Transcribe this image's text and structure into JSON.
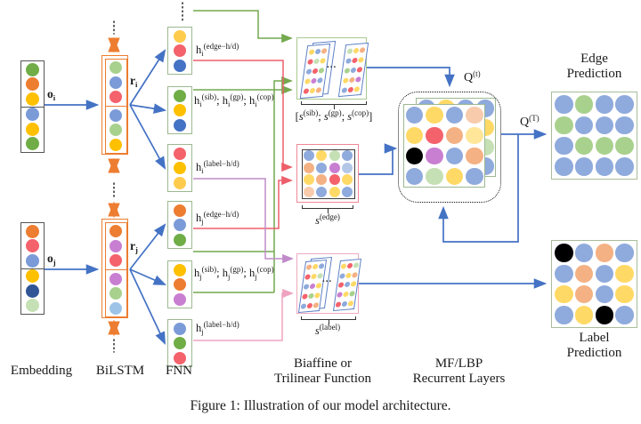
{
  "figure": {
    "caption": "Figure 1: Illustration of our model architecture."
  },
  "columns": {
    "embedding": "Embedding",
    "bilstm": "BiLSTM",
    "fnn": "FNN",
    "function_line1": "Biaffine or",
    "function_line2": "Trilinear Function",
    "recurrent_line1": "MF/LBP",
    "recurrent_line2": "Recurrent Layers"
  },
  "palette": {
    "wire_blue": "#4472C4",
    "wire_green": "#74A94E",
    "wire_red": "#ED5F6B",
    "wire_violet": "#C08BC9",
    "wire_pink": "#EFA3C0",
    "bilstm_orange": "#ED7D31"
  },
  "row_i": {
    "embedding_circles": [
      "#70AD47",
      "#ED7D31",
      "#FFC000",
      "#7B9BD8",
      "#FFC000",
      "#70AD47"
    ],
    "o_label": {
      "terms": [
        {
          "b": "o",
          "sb": "i"
        }
      ]
    },
    "r_label": {
      "terms": [
        {
          "b": "r",
          "sb": "i"
        }
      ]
    },
    "bilstm_top": [
      "#A9D18E",
      "#7B9BD8",
      "#F4626C"
    ],
    "bilstm_bottom": [
      "#7B9BD8",
      "#A9D18E",
      "#FFC000"
    ],
    "fnn_edge": {
      "circles": [
        "#FFCB4D",
        "#F4626C",
        "#4472C4"
      ],
      "label": {
        "terms": [
          {
            "b": "h",
            "sb": "i",
            "sp": "(edge−h/d)"
          }
        ]
      }
    },
    "fnn_sib": {
      "circles": [
        "#70AD47",
        "#FFC000",
        "#4472C4"
      ],
      "label": {
        "sep": "; ",
        "terms": [
          {
            "b": "h",
            "sb": "i",
            "sp": "(sib)"
          },
          {
            "b": "h",
            "sb": "i",
            "sp": "(gp)"
          },
          {
            "b": "h",
            "sb": "i",
            "sp": "(cop)"
          }
        ]
      }
    },
    "fnn_label": {
      "circles": [
        "#F4626C",
        "#FFC000",
        "#FFCB4D"
      ],
      "label": {
        "terms": [
          {
            "b": "h",
            "sb": "i",
            "sp": "(label−h/d)"
          }
        ]
      }
    }
  },
  "row_j": {
    "embedding_circles": [
      "#ED7D31",
      "#F4626C",
      "#7B9BD8",
      "#FFC000",
      "#2F5597",
      "#C5E0B4"
    ],
    "o_label": {
      "terms": [
        {
          "b": "o",
          "sb": "j"
        }
      ]
    },
    "r_label": {
      "terms": [
        {
          "b": "r",
          "sb": "j"
        }
      ]
    },
    "bilstm_top": [
      "#ED7D31",
      "#C97FD1",
      "#F4626C"
    ],
    "bilstm_bottom": [
      "#C97FD1",
      "#A9D18E",
      "#9DC3E6"
    ],
    "fnn_edge": {
      "circles": [
        "#ED7D31",
        "#7B9BD8",
        "#70AD47"
      ],
      "label": {
        "terms": [
          {
            "b": "h",
            "sb": "j",
            "sp": "(edge−h/d)"
          }
        ]
      }
    },
    "fnn_sib": {
      "circles": [
        "#FFC000",
        "#ED7D31",
        "#C97FD1"
      ],
      "label": {
        "sep": "; ",
        "terms": [
          {
            "b": "h",
            "sb": "j",
            "sp": "(sib)"
          },
          {
            "b": "h",
            "sb": "j",
            "sp": "(gp)"
          },
          {
            "b": "h",
            "sb": "j",
            "sp": "(cop)"
          }
        ]
      }
    },
    "fnn_label": {
      "circles": [
        "#7B9BD8",
        "#70AD47",
        "#F4626C"
      ],
      "label": {
        "terms": [
          {
            "b": "h",
            "sb": "j",
            "sp": "(label−h/d)"
          }
        ]
      }
    }
  },
  "scores": {
    "sib": {
      "ellipsis": "...",
      "dots_front": [
        "#FFD966",
        "#8FAADC",
        "#F4B183",
        "#F4626C",
        "#C5E0B4",
        "#FFD966",
        "#8FAADC",
        "#F4626C",
        "#A9D18E",
        "#FFD966",
        "#C97FD1",
        "#8FAADC",
        "#F4626C",
        "#FFD966",
        "#F4B183"
      ],
      "dots_right": [
        "#C5E0B4",
        "#FFD966",
        "#F4B183",
        "#8FAADC",
        "#F4626C",
        "#FFD966",
        "#A9D18E",
        "#8FAADC",
        "#F4626C",
        "#FFD966",
        "#F4B183",
        "#C97FD1",
        "#8FAADC",
        "#F4626C",
        "#FFD966"
      ],
      "caption": {
        "pre": "[",
        "post": "]",
        "sep": "; ",
        "terms": [
          {
            "b": "s",
            "i": true,
            "sp": "(sib)"
          },
          {
            "b": "s",
            "i": true,
            "sp": "(gp)"
          },
          {
            "b": "s",
            "i": true,
            "sp": "(cop)"
          }
        ]
      }
    },
    "edge": {
      "grid": [
        [
          "#8FAADC",
          "#FFD966",
          "#C5E0B4",
          "#8FAADC"
        ],
        [
          "#F4B183",
          "#8FAADC",
          "#C97FD1",
          "#B4C7E7"
        ],
        [
          "#FFD966",
          "#F4B183",
          "#F4626C",
          "#FFD966"
        ],
        [
          "#F8CBAD",
          "#8FAADC",
          "#FFD966",
          "#8FAADC"
        ]
      ],
      "caption": {
        "terms": [
          {
            "b": "s",
            "i": true,
            "sp": "(edge)"
          }
        ]
      }
    },
    "label": {
      "ellipsis": "...",
      "dots_front": [
        "#F4B183",
        "#FFD966",
        "#8FAADC",
        "#F4626C",
        "#FFD966",
        "#C5E0B4",
        "#8FAADC",
        "#C97FD1",
        "#FFD966",
        "#F4626C",
        "#A9D18E",
        "#FFD966",
        "#8FAADC",
        "#F4626C",
        "#F4B183"
      ],
      "dots_right": [
        "#FFD966",
        "#F4626C",
        "#C5E0B4",
        "#8FAADC",
        "#FFD966",
        "#F4B183",
        "#F4626C",
        "#8FAADC",
        "#FFD966",
        "#C97FD1",
        "#FFD966",
        "#A9D18E",
        "#F4626C",
        "#8FAADC",
        "#FFD966"
      ],
      "caption": {
        "terms": [
          {
            "b": "s",
            "i": true,
            "sp": "(label)"
          }
        ]
      }
    }
  },
  "recurrent": {
    "q_t": {
      "terms": [
        {
          "b": "Q",
          "sp": "(t)"
        }
      ]
    },
    "q_T": {
      "terms": [
        {
          "b": "Q",
          "sp": "(T)"
        }
      ]
    },
    "front_grid": [
      [
        "#8FAADC",
        "#FFD966",
        "#8FAADC",
        "#F8CBAD"
      ],
      [
        "#FFD966",
        "#F4626C",
        "#F4B183",
        "#FFE699"
      ],
      [
        "#000000",
        "#C97FD1",
        "#8FAADC",
        "#F4B183"
      ],
      [
        "#8FAADC",
        "#C5E0B4",
        "#FFD966",
        "#8FAADC"
      ]
    ],
    "back_grid": [
      [
        "#8FAADC",
        "#FFD966",
        "#8FAADC",
        "#8FAADC"
      ],
      [
        "#FFD966",
        "#F4626C",
        "#F4B183",
        "#FFD966"
      ],
      [
        "#000000",
        "#C97FD1",
        "#8FAADC",
        "#C5E0B4"
      ],
      [
        "#8FAADC",
        "#C5E0B4",
        "#FFD966",
        "#8FAADC"
      ]
    ]
  },
  "predictions": {
    "edge": {
      "line1": "Edge",
      "line2": "Prediction",
      "grid": [
        [
          "#8FAADC",
          "#A9D18E",
          "#8FAADC",
          "#8FAADC"
        ],
        [
          "#A9D18E",
          "#8FAADC",
          "#8FAADC",
          "#8FAADC"
        ],
        [
          "#8FAADC",
          "#A9D18E",
          "#A9D18E",
          "#A9D18E"
        ],
        [
          "#8FAADC",
          "#8FAADC",
          "#8FAADC",
          "#8FAADC"
        ]
      ]
    },
    "label": {
      "line1": "Label",
      "line2": "Prediction",
      "grid": [
        [
          "#000000",
          "#8FAADC",
          "#F4B183",
          "#8FAADC"
        ],
        [
          "#8FAADC",
          "#F4B183",
          "#8FAADC",
          "#FFD966"
        ],
        [
          "#FFD966",
          "#F4B183",
          "#8FAADC",
          "#FFD966"
        ],
        [
          "#8FAADC",
          "#FFD966",
          "#000000",
          "#8FAADC"
        ]
      ]
    }
  }
}
